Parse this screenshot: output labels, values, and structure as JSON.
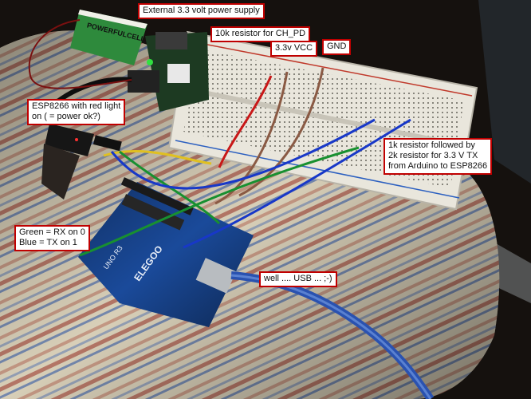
{
  "annotations": {
    "external_supply": "External 3.3 volt power supply",
    "ch_pd_resistor": "10k resistor for CH_PD",
    "vcc": "3.3v VCC",
    "gnd": "GND",
    "esp_light": "ESP8266 with red light\non ( = power ok?)",
    "divider": "1k resistor followed by\n2k resistor for 3.3 V TX\nfrom Arduino to ESP8266",
    "rx_tx": "Green = RX on 0\nBlue = TX on 1",
    "usb": "well .... USB ... ;-)"
  },
  "printed": {
    "battery_brand": "POWERFULCELL",
    "board_name": "UNO R3",
    "board_brand": "ELEGOO"
  },
  "colors": {
    "annotation_border": "#c00000",
    "wire_red": "#c81818",
    "wire_blue": "#1838c8",
    "wire_green": "#189030",
    "wire_yellow": "#e0c020",
    "board_blue": "#1a4a9a"
  }
}
